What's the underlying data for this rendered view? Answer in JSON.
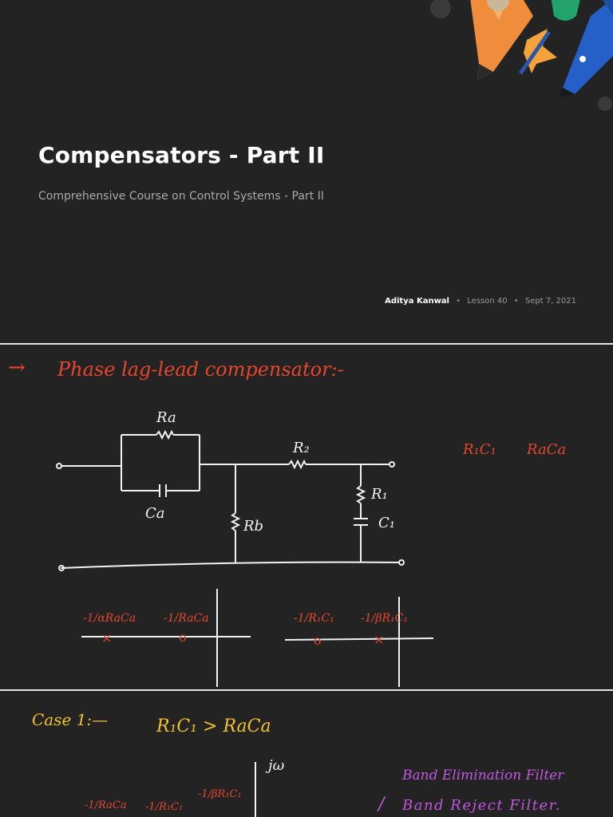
{
  "cover": {
    "title": "Compensators - Part II",
    "subtitle": "Comprehensive Course on Control Systems - Part II",
    "author": "Aditya Kanwal",
    "separator": "•",
    "lesson": "Lesson 40",
    "date": "Sept 7, 2021",
    "decoration_icon": "pencil-pen-illustration-icon"
  },
  "notes1": {
    "heading_arrow": "→",
    "heading": "Phase lag-lead compensator:-",
    "circuit": {
      "Ra": "Ra",
      "Ca": "Ca",
      "R2": "R₂",
      "Rb": "Rb",
      "R1": "R₁",
      "C1": "C₁"
    },
    "side_note_1": "R₁C₁",
    "side_note_2": "RaCa",
    "pz_left": {
      "label_1": "-1/αRaCa",
      "label_2": "-1/RaCa",
      "mark_1": "×",
      "mark_2": "o"
    },
    "pz_right": {
      "label_1": "-1/R₁C₁",
      "label_2": "-1/βR₁C₁",
      "mark_1": "o",
      "mark_2": "×"
    }
  },
  "notes2": {
    "case_label": "Case 1:—",
    "condition": "R₁C₁ > RaCa",
    "jw": "jω",
    "filter_1": "Band Elimination Filter",
    "filter_slash": "/",
    "filter_2": "Band Reject Filter.",
    "axis_labels": [
      "-1/RaCa",
      "-1/R₁C₁",
      "-1/βR₁C₁"
    ]
  },
  "colors": {
    "background": "#232323",
    "ink_white": "#f2f2f2",
    "ink_red": "#e8452c",
    "ink_yellow": "#f2c12e",
    "ink_purple": "#c257e0"
  }
}
